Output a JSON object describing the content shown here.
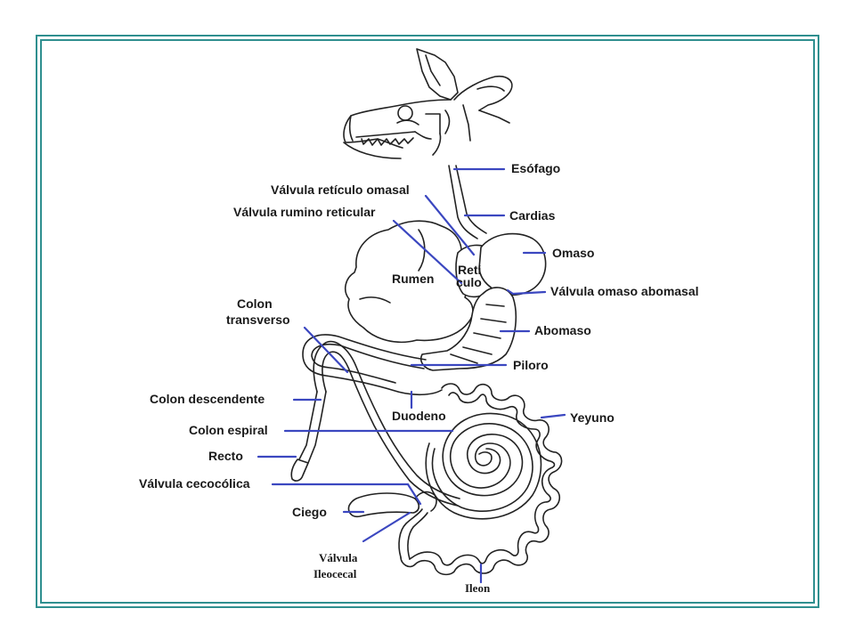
{
  "labels": {
    "esofago": "Esófago",
    "valvula_reticulo_omasal": "Válvula retículo omasal",
    "valvula_rumino_reticular": "Válvula rumino reticular",
    "cardias": "Cardias",
    "omaso": "Omaso",
    "rumen": "Rumen",
    "reticulo_1": "Reti",
    "reticulo_2": "culo",
    "valvula_omaso_abomasal": "Válvula omaso abomasal",
    "colon_transverso_1": "Colon",
    "colon_transverso_2": "transverso",
    "abomaso": "Abomaso",
    "piloro": "Piloro",
    "colon_descendente": "Colon descendente",
    "duodeno": "Duodeno",
    "yeyuno": "Yeyuno",
    "colon_espiral": "Colon espiral",
    "recto": "Recto",
    "valvula_cecocolica": "Válvula cecocólica",
    "ciego": "Ciego",
    "valvula_ileocecal_1": "Válvula",
    "valvula_ileocecal_2": "Ileocecal",
    "ileon": "Ileon"
  },
  "colors": {
    "frame": "#2f8f8f",
    "leader_lines": "#3b47c0",
    "drawing": "#222222"
  }
}
